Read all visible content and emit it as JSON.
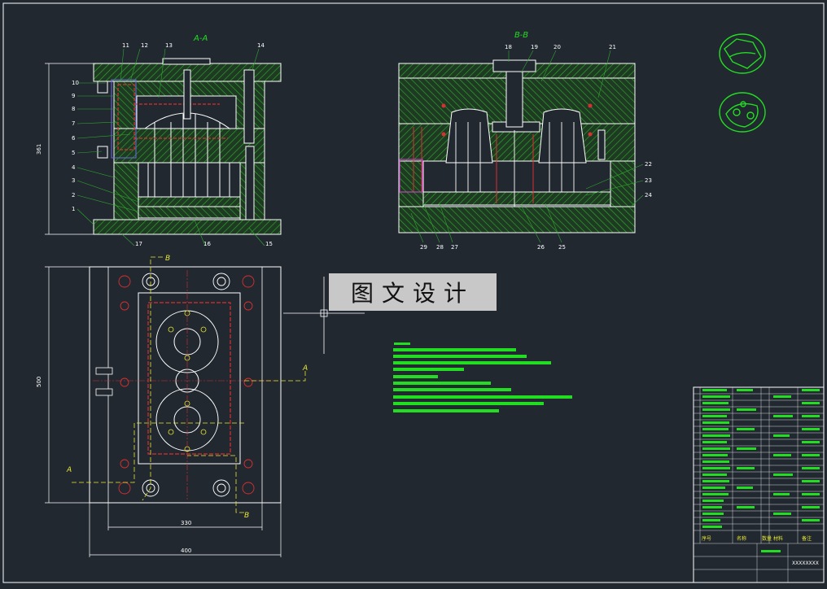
{
  "drawing": {
    "section_aa_title": "A-A",
    "section_bb_title": "B-B",
    "watermark": "图文设计",
    "dimensions": {
      "aa_height": "361",
      "plan_height": "500",
      "plan_inner_width": "330",
      "plan_outer_width": "400"
    },
    "balloons_aa": [
      "1",
      "2",
      "3",
      "4",
      "5",
      "6",
      "7",
      "8",
      "9",
      "10",
      "11",
      "12",
      "13",
      "14",
      "15",
      "16",
      "17"
    ],
    "balloons_bb": [
      "18",
      "19",
      "20",
      "21",
      "22",
      "23",
      "24",
      "25",
      "26",
      "27",
      "28",
      "29"
    ],
    "section_markers": [
      "A",
      "B"
    ],
    "title_block": {
      "header_labels": [
        "序号",
        "名称",
        "数量",
        "材料",
        "备注"
      ],
      "code": "XXXXXXXX"
    }
  },
  "colors": {
    "background": "#212830",
    "outline": "#ffffff",
    "hatch": "#2fa82f",
    "green_text": "#22dd22",
    "red": "#d83030",
    "yellow": "#e8e830",
    "magenta": "#c040c0",
    "cyan": "#30c0c0"
  }
}
